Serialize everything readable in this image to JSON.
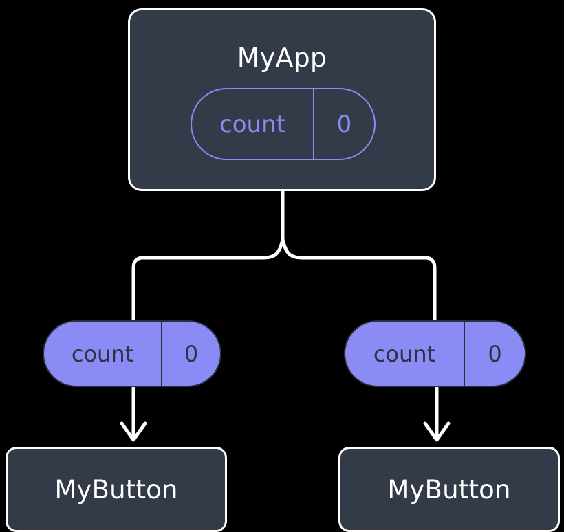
{
  "diagram": {
    "background_color": "#000000",
    "edge_color": "#ffffff",
    "nodes": {
      "myapp": {
        "title": "MyApp",
        "box_fill": "#333a48",
        "box_border": "#ffffff",
        "title_color": "#ffffff",
        "state_pill": {
          "key": "count",
          "value": "0",
          "style": "outline",
          "accent": "#8b8bf5"
        }
      },
      "left_child": {
        "title": "MyButton",
        "box_fill": "#333a48",
        "box_border": "#ffffff",
        "title_color": "#ffffff",
        "prop_pill": {
          "key": "count",
          "value": "0",
          "style": "filled",
          "fill": "#8b8bf5",
          "text_color": "#2d3340"
        }
      },
      "right_child": {
        "title": "MyButton",
        "box_fill": "#333a48",
        "box_border": "#ffffff",
        "title_color": "#ffffff",
        "prop_pill": {
          "key": "count",
          "value": "0",
          "style": "filled",
          "fill": "#8b8bf5",
          "text_color": "#2d3340"
        }
      }
    },
    "edges": [
      {
        "from": "myapp",
        "to": "left_child_pill",
        "kind": "branch"
      },
      {
        "from": "myapp",
        "to": "right_child_pill",
        "kind": "branch"
      },
      {
        "from": "left_child_pill",
        "to": "left_child",
        "kind": "arrow"
      },
      {
        "from": "right_child_pill",
        "to": "right_child",
        "kind": "arrow"
      }
    ]
  }
}
